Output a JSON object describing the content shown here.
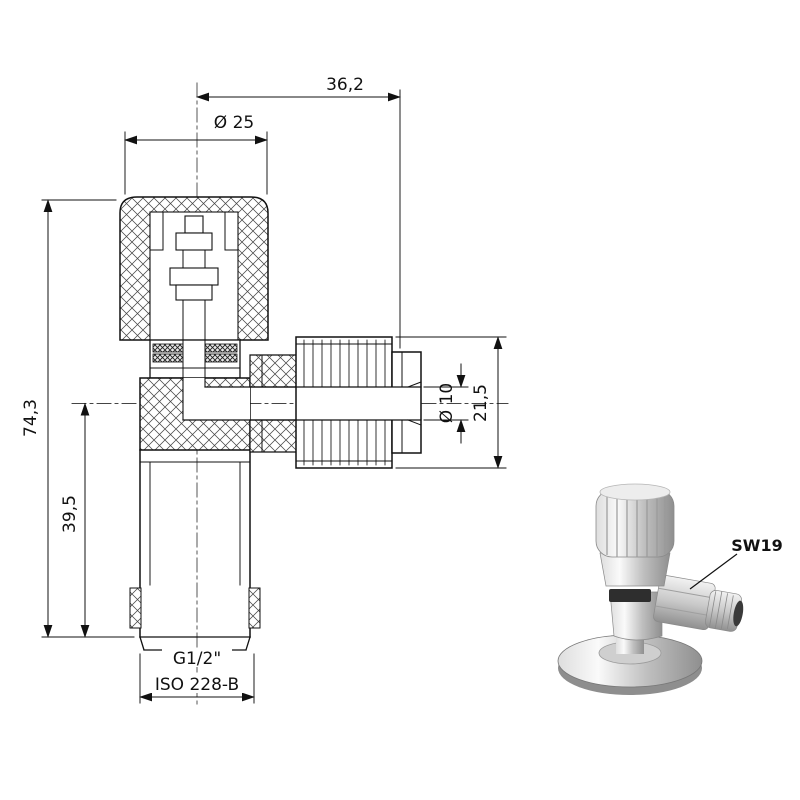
{
  "drawing": {
    "dim_top_width": "36,2",
    "dim_handle_diameter": "Ø 25",
    "dim_overall_height": "74,3",
    "dim_lower_height": "39,5",
    "dim_outlet_bore": "Ø 10",
    "dim_outlet_height": "21,5",
    "label_thread": "G1/2\"",
    "label_standard": "ISO 228-B"
  },
  "photo": {
    "label_wrench_size": "SW19"
  },
  "colors": {
    "line": "#111111",
    "background": "#ffffff"
  }
}
